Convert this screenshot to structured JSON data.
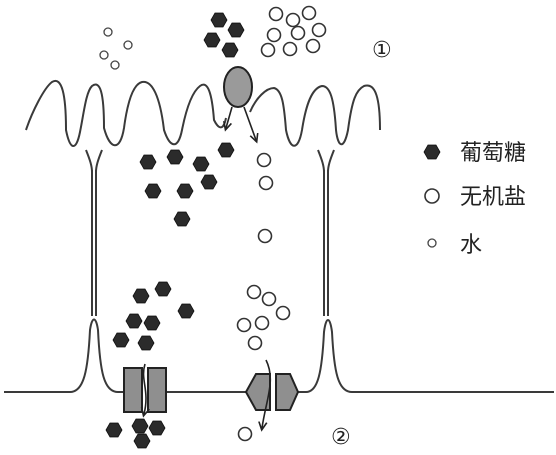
{
  "diagram": {
    "region_labels": {
      "top": "①",
      "bottom": "②"
    },
    "legend": [
      {
        "symbol": "filled-hexagon",
        "text": "葡萄糖"
      },
      {
        "symbol": "large-circle",
        "text": "无机盐"
      },
      {
        "symbol": "small-circle",
        "text": "水"
      }
    ]
  }
}
